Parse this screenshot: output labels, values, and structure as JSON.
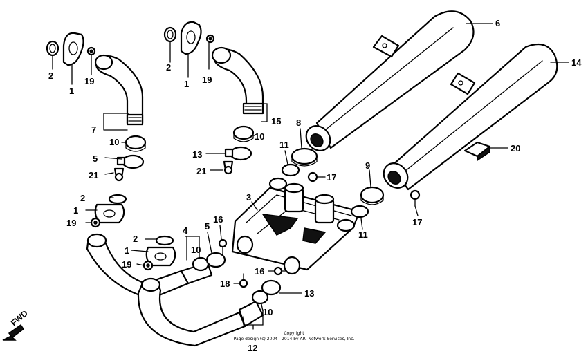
{
  "diagram": {
    "part_numbers": [
      "1",
      "2",
      "3",
      "4",
      "5",
      "6",
      "7",
      "8",
      "9",
      "10",
      "11",
      "12",
      "13",
      "14",
      "15",
      "16",
      "17",
      "18",
      "19",
      "20",
      "21"
    ],
    "labels": {
      "c1_2": "2",
      "c1_1": "1",
      "c1_19": "19",
      "c1_7": "7",
      "c1_10": "10",
      "c1_5": "5",
      "c1_21": "21",
      "c2_2": "2",
      "c2_1": "1",
      "c2_19": "19",
      "c2_15": "15",
      "c2_10": "10",
      "c2_13": "13",
      "c2_21": "21",
      "m6": "6",
      "m14": "14",
      "p20": "20",
      "p8": "8",
      "p11a": "11",
      "p17a": "17",
      "p9": "9",
      "p17b": "17",
      "p11b": "11",
      "p3": "3",
      "f2a": "2",
      "f1a": "1",
      "f19a": "19",
      "f2b": "2",
      "f1b": "1",
      "f19b": "19",
      "p4": "4",
      "p5": "5",
      "p10a": "10",
      "p16a": "16",
      "p16b": "16",
      "p18": "18",
      "p13": "13",
      "p10b": "10",
      "p12": "12"
    },
    "direction": "FWD",
    "copyright_line1": "Copyright",
    "copyright_line2": "Page design (c) 2004 - 2014 by ARI Network Services, Inc."
  }
}
